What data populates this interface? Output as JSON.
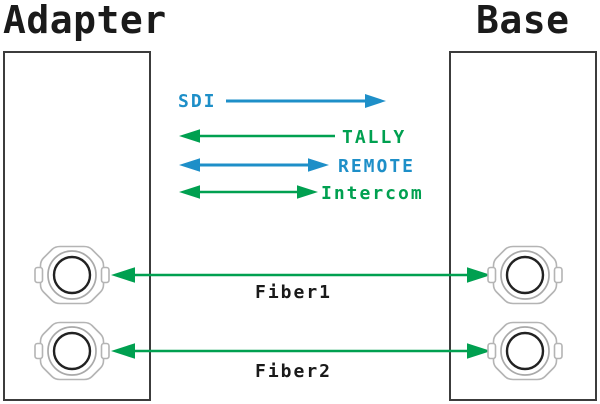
{
  "devices": {
    "adapter": {
      "title": "Adapter"
    },
    "base": {
      "title": "Base"
    }
  },
  "signals": [
    {
      "label": "SDI",
      "direction": "adapter-to-base",
      "color": "#1e8fc8"
    },
    {
      "label": "TALLY",
      "direction": "base-to-adapter",
      "color": "#00a050"
    },
    {
      "label": "REMOTE",
      "direction": "bidirectional",
      "color": "#1e8fc8"
    },
    {
      "label": "Intercom",
      "direction": "bidirectional",
      "color": "#00a050"
    }
  ],
  "fiber_links": [
    {
      "label": "Fiber1",
      "direction": "bidirectional",
      "color": "#00a050"
    },
    {
      "label": "Fiber2",
      "direction": "bidirectional",
      "color": "#00a050"
    }
  ],
  "colors": {
    "signal_blue": "#1e8fc8",
    "signal_green": "#00a050",
    "text_black": "#1a1a1a",
    "box_border": "#3c3c3c",
    "port_outline_gray": "#b4b4b4",
    "port_ring_gray": "#a9a9a9",
    "background": "#ffffff"
  }
}
